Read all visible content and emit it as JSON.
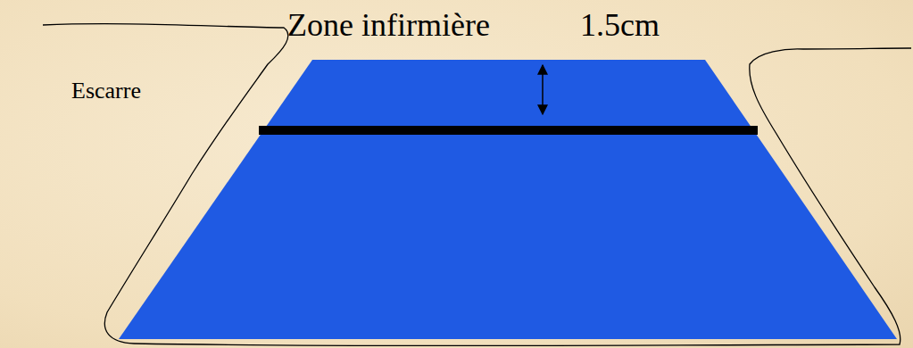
{
  "diagram": {
    "labels": [
      "Zone infirmière",
      "1.5cm",
      "Escarre"
    ]
  }
}
